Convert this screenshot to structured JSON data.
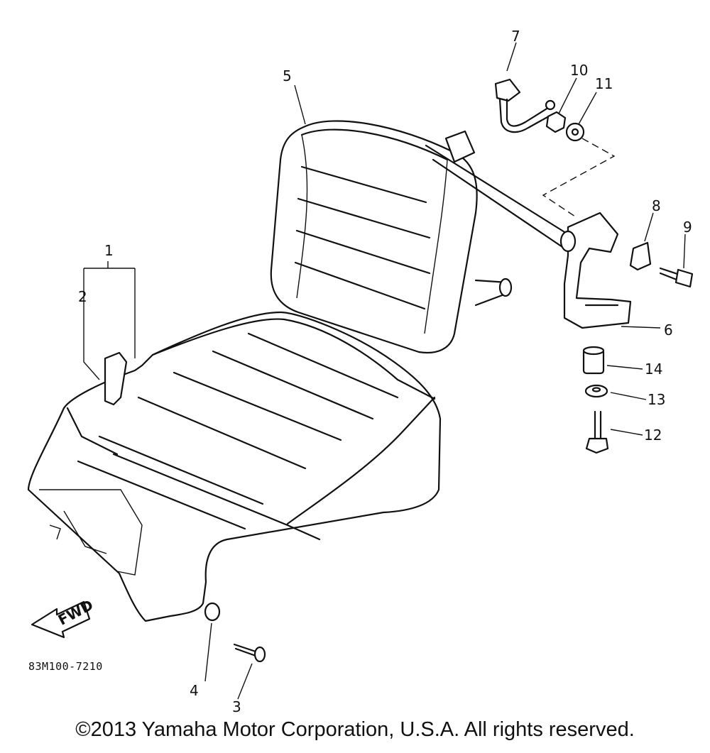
{
  "callouts": {
    "c1": "1",
    "c2": "2",
    "c3": "3",
    "c4": "4",
    "c5": "5",
    "c6": "6",
    "c7": "7",
    "c8": "8",
    "c9": "9",
    "c10": "10",
    "c11": "11",
    "c12": "12",
    "c13": "13",
    "c14": "14"
  },
  "fwd_label": "FWD",
  "diagram_code": "83M100-7210",
  "copyright": "©2013 Yamaha Motor Corporation, U.S.A. All rights reserved."
}
